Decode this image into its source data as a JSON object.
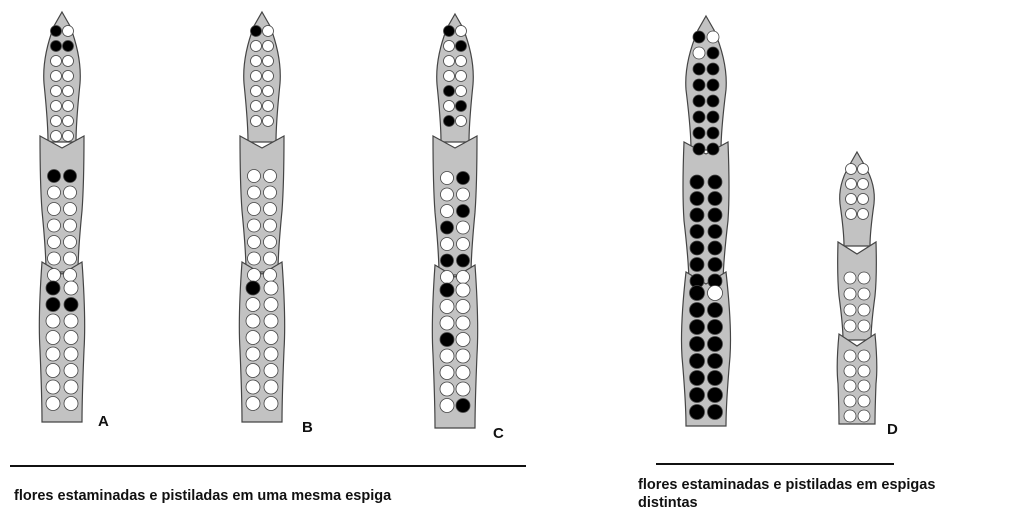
{
  "labels": {
    "a": "A",
    "b": "B",
    "c": "C",
    "d": "D"
  },
  "captions": {
    "left": "flores estaminadas e pistiladas em uma mesma espiga",
    "right_line1": "flores estaminadas e pistiladas em espigas",
    "right_line2": "distintas"
  },
  "colors": {
    "spike_fill": "#c2c2c2",
    "outline": "#444444",
    "filled_flower": "#000000",
    "empty_flower": "#ffffff"
  }
}
